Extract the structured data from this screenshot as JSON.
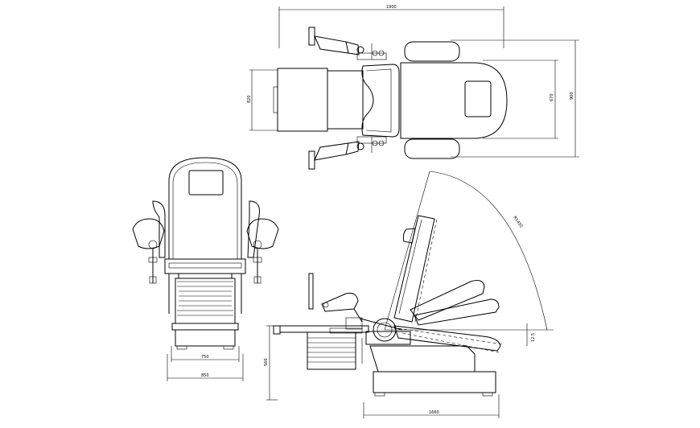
{
  "dimensions": {
    "top_length": "1900",
    "top_width_left": "820",
    "top_width_inner": "670",
    "top_width_outer": "900",
    "front_inner": "750",
    "front_outer": "850",
    "side_height": "560",
    "side_length": "1660",
    "side_tilt": "12.5",
    "side_radius": "R1450"
  },
  "colors": {
    "line": "#000000",
    "background": "#ffffff"
  }
}
